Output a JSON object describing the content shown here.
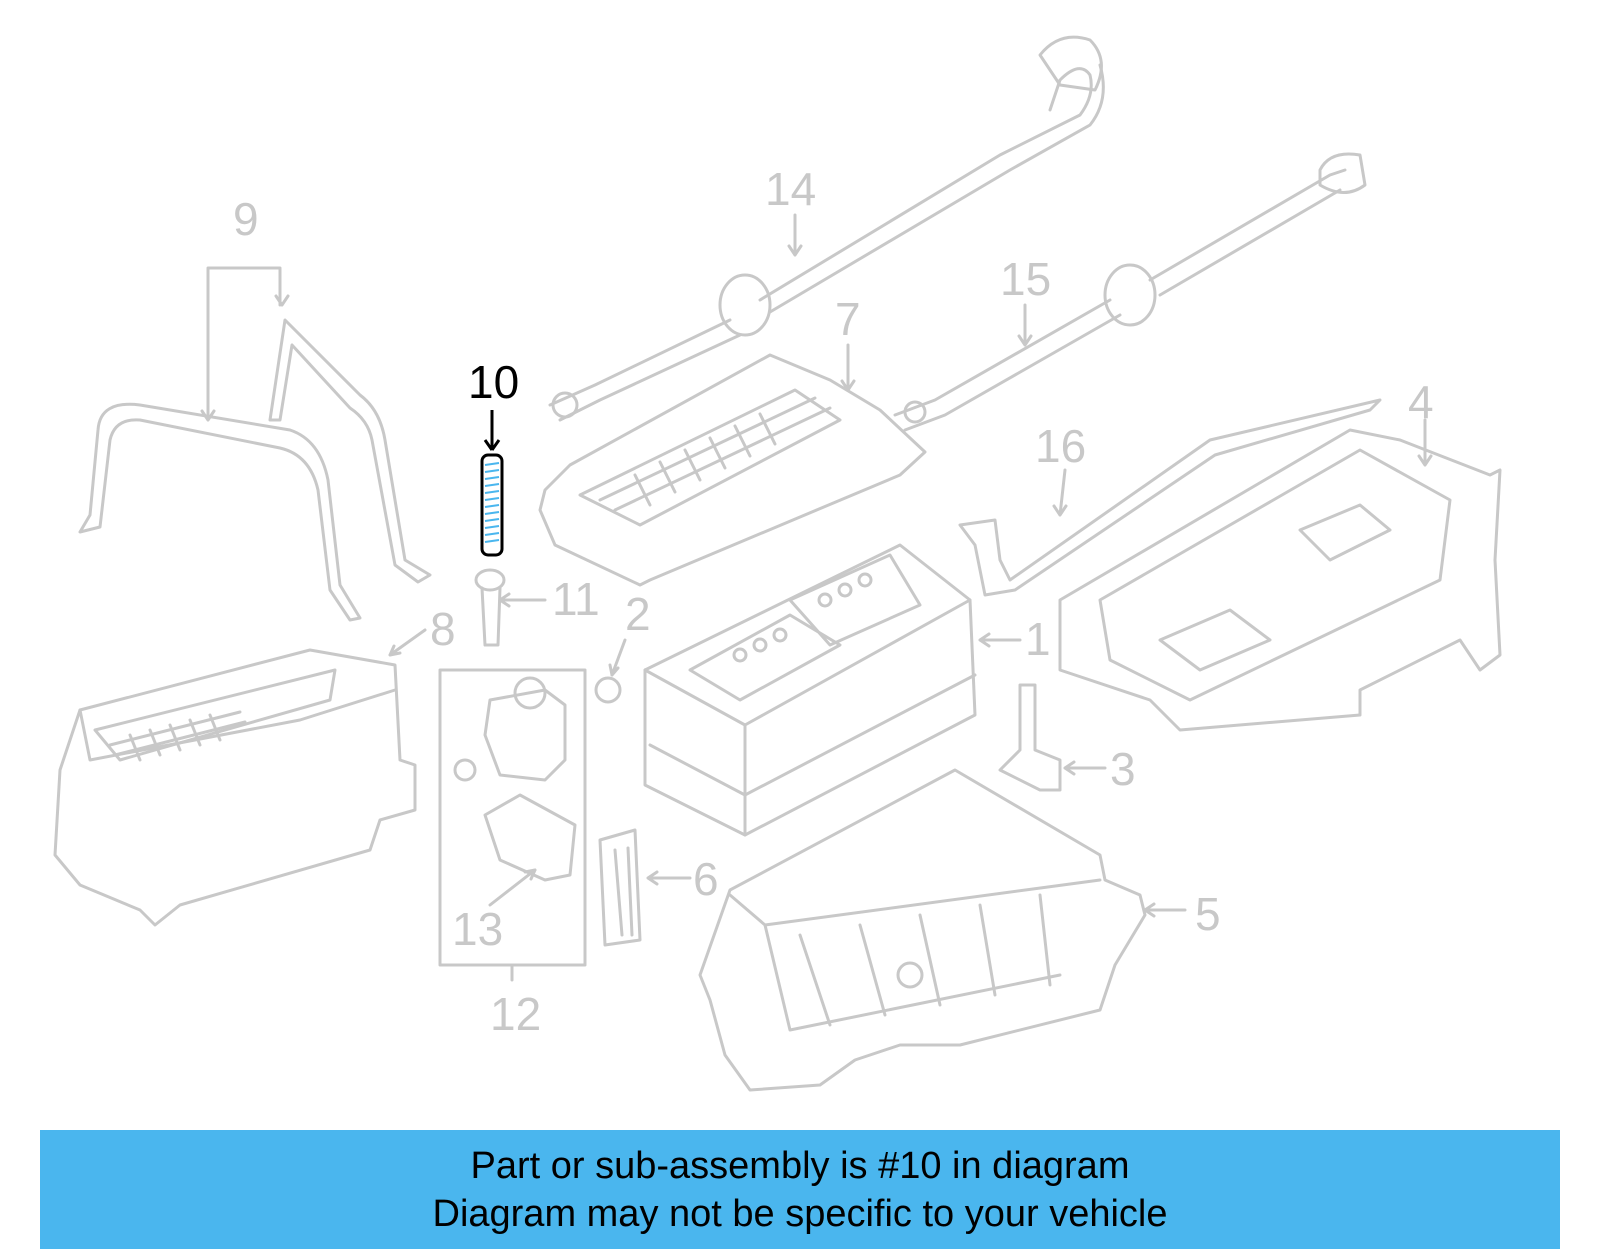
{
  "highlight_part": "10",
  "callouts": [
    "1",
    "2",
    "3",
    "4",
    "5",
    "6",
    "7",
    "8",
    "9",
    "10",
    "11",
    "12",
    "13",
    "14",
    "15",
    "16"
  ],
  "banner": {
    "line1": "Part or sub-assembly is #10 in diagram",
    "line2": "Diagram may not be specific to your vehicle"
  },
  "colors": {
    "line": "#c8c8c8",
    "highlight": "#000000",
    "accent": "#4ab6ee"
  }
}
